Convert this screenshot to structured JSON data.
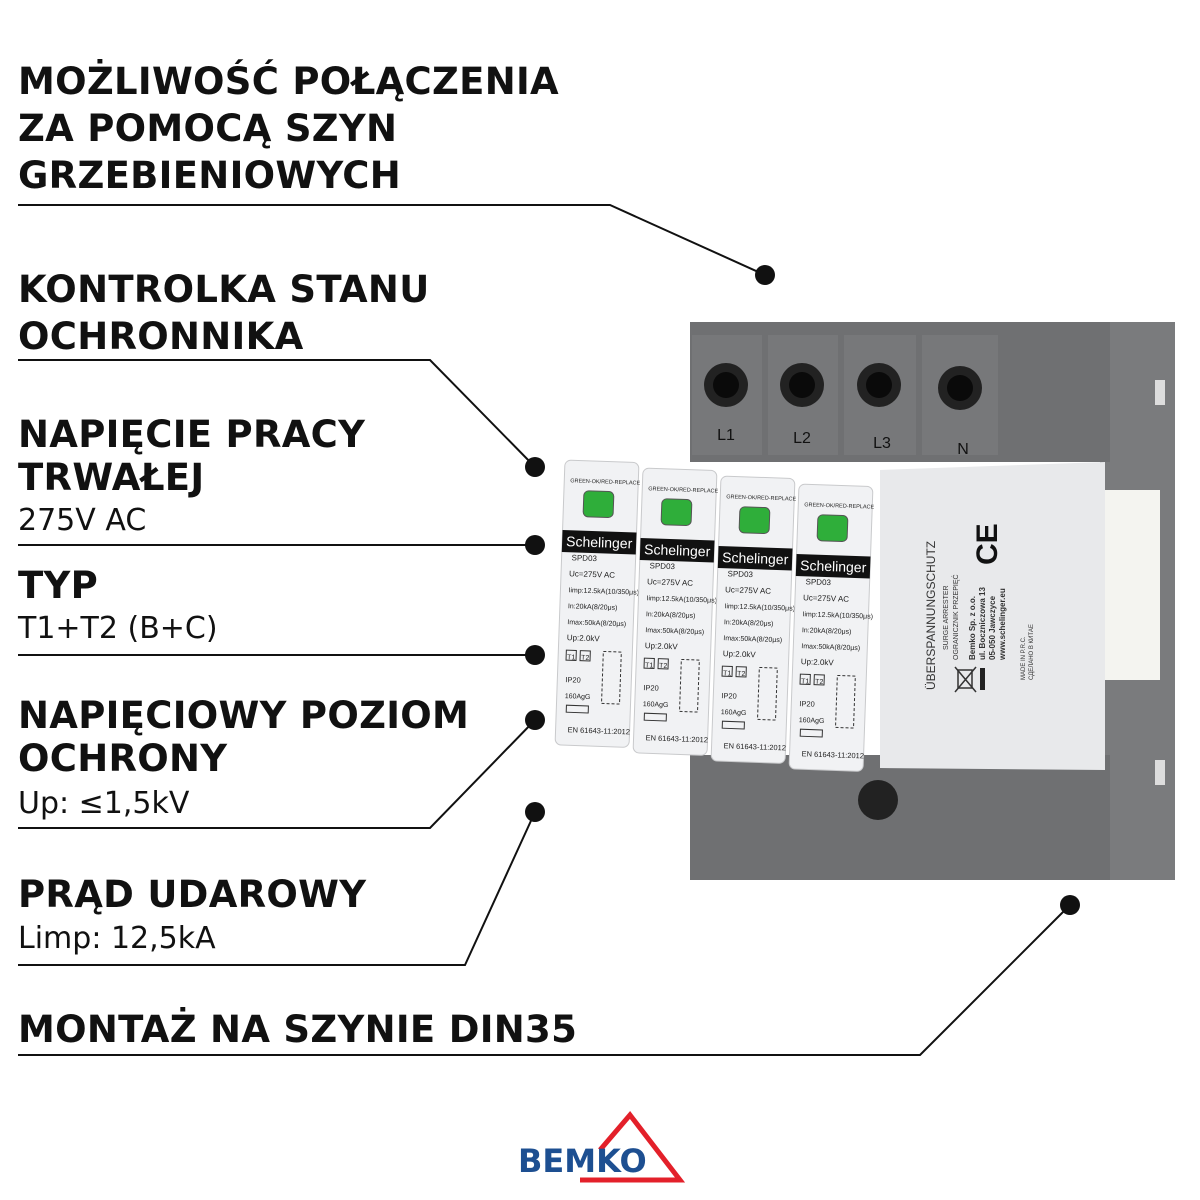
{
  "features": [
    {
      "title_lines": [
        "MOŻLIWOŚĆ POŁĄCZENIA",
        "ZA POMOCĄ SZYN",
        "GRZEBIENIOWYCH"
      ]
    },
    {
      "title_lines": [
        "KONTROLKA STANU",
        "OCHRONNIKA"
      ]
    },
    {
      "title_lines": [
        "NAPIĘCIE PRACY",
        "TRWAŁEJ"
      ],
      "value": "275V AC"
    },
    {
      "title_lines": [
        "TYP"
      ],
      "value": "T1+T2 (B+C)"
    },
    {
      "title_lines": [
        "NAPIĘCIOWY POZIOM",
        "OCHRONY"
      ],
      "value": "Up: ≤1,5kV"
    },
    {
      "title_lines": [
        "PRĄD UDAROWY"
      ],
      "value": "Limp: 12,5kA"
    },
    {
      "title_lines": [
        "MONTAŻ NA SZYNIE DIN35"
      ]
    }
  ],
  "device": {
    "terminals": [
      "L1",
      "L2",
      "L3",
      "N"
    ],
    "module": {
      "indicator_text": "GREEN-OK/RED-REPLACE",
      "brand": "Schelinger",
      "model": "SPD03",
      "uc": "Uc=275V AC",
      "iimp": "Iimp:12.5kA(10/350μs)",
      "in": "In:20kA(8/20μs)",
      "imax": "Imax:50kA(8/20μs)",
      "up": "Up:2.0kV",
      "t1": "T1",
      "t2": "T2",
      "ip": "IP20",
      "fuse": "160AgG",
      "standard": "EN 61643-11:2012"
    },
    "side": {
      "title": "ÜBERSPANNUNGSCHUTZ",
      "sub1": "SURGE ARRESTER",
      "sub2": "OGRANICZNIK PRZEPIĘĆ",
      "company": "Bemko Sp. z o.o.",
      "street": "ul. Boczniczowa 13",
      "city": "05-050 Jawczyce",
      "web": "www.schelinger.eu",
      "made1": "MADE IN P.R.C.",
      "made2": "СДЕЛАНО В КИТАЕ",
      "ce": "CE"
    }
  },
  "logo": {
    "text": "BEMKO",
    "blue": "#1d4f91",
    "red": "#e3202a"
  },
  "colors": {
    "dark_grey": "#6f7072",
    "light_grey": "#e9eaec",
    "indicator_green": "#2fae3a"
  }
}
